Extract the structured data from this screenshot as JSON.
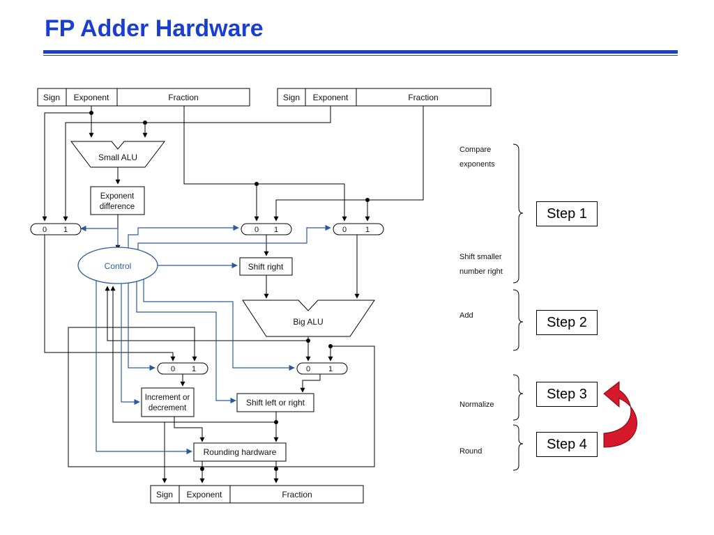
{
  "title": "FP Adder Hardware",
  "diagram": {
    "fields": {
      "sign": "Sign",
      "exponent": "Exponent",
      "fraction": "Fraction"
    },
    "small_alu": "Small ALU",
    "exponent_difference": [
      "Exponent",
      "difference"
    ],
    "control": "Control",
    "mux_labels": {
      "zero": "0",
      "one": "1"
    },
    "shift_right": "Shift right",
    "big_alu": "Big ALU",
    "increment_decrement": [
      "Increment or",
      "decrement"
    ],
    "shift_left_right": "Shift left or right",
    "rounding_hardware": "Rounding hardware"
  },
  "stages": {
    "compare_exponents": [
      "Compare",
      "exponents"
    ],
    "shift_smaller": [
      "Shift smaller",
      "number right"
    ],
    "add": "Add",
    "normalize": "Normalize",
    "round": "Round"
  },
  "steps": [
    "Step 1",
    "Step 2",
    "Step 3",
    "Step 4"
  ],
  "colors": {
    "title": "#1a3fd0",
    "control_lines": "#2a5a9c",
    "loop_arrow": "#d41a2a"
  }
}
